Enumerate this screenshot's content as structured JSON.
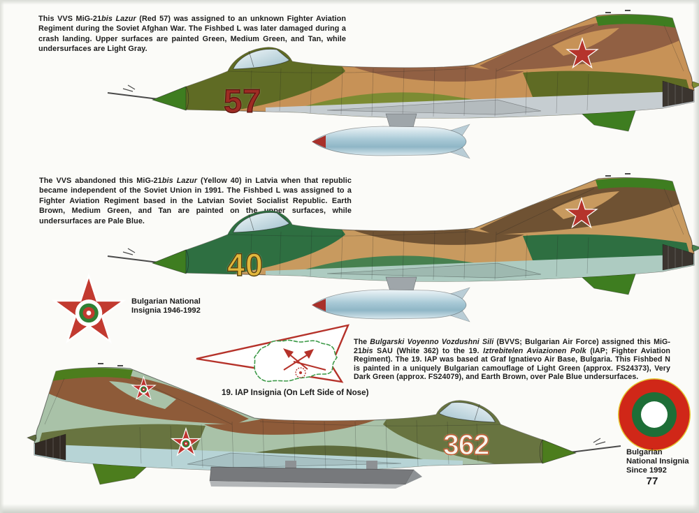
{
  "page": {
    "number": "77",
    "background": "#fbfbf8"
  },
  "captions": [
    {
      "segments": [
        {
          "t": "This VVS MiG-21"
        },
        {
          "t": "bis Lazur",
          "i": true
        },
        {
          "t": " (Red 57) was assigned to an unknown Fighter Aviation Regiment during the Soviet Afghan War. The Fishbed L was later damaged during a crash landing. Upper surfaces are painted Green, Medium Green, and Tan, while undersurfaces are Light Gray."
        }
      ]
    },
    {
      "segments": [
        {
          "t": "The VVS abandoned this MiG-21"
        },
        {
          "t": "bis Lazur",
          "i": true
        },
        {
          "t": " (Yellow 40) in Latvia when that republic became independent of the Soviet Union in 1991. The Fishbed L was assigned to a Fighter Aviation Regiment based in the Latvian Soviet Socialist Republic. Earth Brown, Medium Green, and Tan are painted on the upper surfaces, while undersurfaces are Pale Blue."
        }
      ]
    },
    {
      "segments": [
        {
          "t": "The "
        },
        {
          "t": "Bulgarski Voyenno Vozdushni Sili",
          "i": true
        },
        {
          "t": " (BVVS; Bulgarian Air Force) assigned this MiG-21"
        },
        {
          "t": "bis",
          "i": true
        },
        {
          "t": " SAU (White 362) to the 19. "
        },
        {
          "t": "Iztrebitelen Aviazionen Polk",
          "i": true
        },
        {
          "t": " (IAP; Fighter Aviation Regiment). The 19. IAP was based at Graf Ignatievo Air Base, Bulgaria. This Fishbed N is painted in a uniquely Bulgarian camouflage of Light Green (approx. FS24373), Very Dark Green (approx. FS24079), and Earth Brown, over Pale Blue undersurfaces."
        }
      ]
    }
  ],
  "aircraft": [
    {
      "id": "red-57",
      "tactical_number": "57",
      "number_fill": "#9e2c24",
      "number_outline": "#5e150f",
      "marking": "soviet-star",
      "store": "tank",
      "camo": {
        "base": "#c79257",
        "patch1": "#916043",
        "patch2": "#5f6b24",
        "patch3": "#7c8b33",
        "belly": "#c6cdd1",
        "cone": "#3e7d20",
        "nozzle": "#3b352f"
      }
    },
    {
      "id": "yellow-40",
      "tactical_number": "40",
      "number_fill": "#e2b73d",
      "number_outline": "#53400f",
      "marking": "soviet-star",
      "store": "tank",
      "camo": {
        "base": "#c89a5f",
        "patch1": "#6f5233",
        "patch2": "#2e6f41",
        "patch3": "#47804f",
        "belly": "#adcbc1",
        "cone": "#3e7d20",
        "nozzle": "#3b352f"
      }
    },
    {
      "id": "white-362",
      "tactical_number": "362",
      "number_fill": "#f8f4ec",
      "number_outline": "#c05a30",
      "marking": "bulgarian-star",
      "store": "rail",
      "camo": {
        "base": "#a9c2a8",
        "patch1": "#8e5b39",
        "patch2": "#687440",
        "patch3": "#5e6b3c",
        "belly": "#b7d4d6",
        "cone": "#4c7d1d",
        "nozzle": "#322a24"
      }
    }
  ],
  "markings": {
    "soviet_star": {
      "fill": "#b5342c",
      "outline": "#ffffff"
    },
    "bulgarian_star": {
      "fill": "#bf3430",
      "outline": "#ffffff",
      "roundel_white": "#ffffff",
      "roundel_green": "#2e7d36",
      "roundel_red": "#bf3430"
    }
  },
  "insignias": {
    "star_1946": {
      "label_lines": [
        "Bulgarian National",
        "Insignia 1946-1992"
      ],
      "star_red": "#c23a30",
      "border_white": "#ffffff",
      "roundel_white": "#ffffff",
      "roundel_green": "#2f8034",
      "roundel_red": "#c23a30"
    },
    "iap": {
      "label": "19. IAP Insignia (On Left Side of Nose)",
      "dart_red": "#b5322a",
      "map_green": "#3f9b4a",
      "arrow_red": "#b5322a",
      "map_fill": "#ffffff"
    },
    "roundel_1992": {
      "label_lines": [
        "Bulgarian",
        "National Insignia",
        "Since 1992"
      ],
      "rim_yellow": "#e5c934",
      "red": "#d02718",
      "green": "#1e6e37",
      "white": "#ffffff"
    }
  }
}
